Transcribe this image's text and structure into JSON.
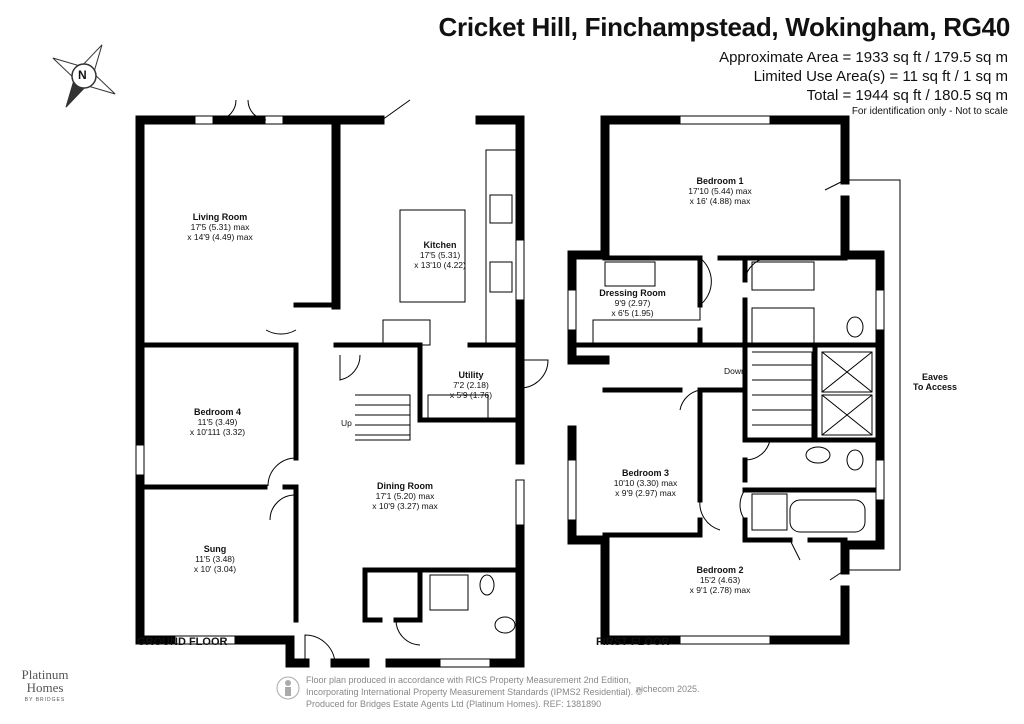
{
  "header": {
    "title": "Cricket Hill, Finchampstead, Wokingham, RG40",
    "area_approx": "Approximate Area = 1933 sq ft / 179.5 sq m",
    "area_limited": "Limited Use Area(s) = 11 sq ft / 1 sq m",
    "area_total": "Total = 1944 sq ft / 180.5 sq m",
    "note": "For identification only - Not to scale"
  },
  "compass": {
    "letter": "N"
  },
  "ground_floor": {
    "label": "GROUND FLOOR",
    "living": {
      "name": "Living Room",
      "dim1": "17'5 (5.31) max",
      "dim2": "x 14'9 (4.49) max"
    },
    "kitchen": {
      "name": "Kitchen",
      "dim1": "17'5 (5.31)",
      "dim2": "x 13'10 (4.22)"
    },
    "utility": {
      "name": "Utility",
      "dim1": "7'2 (2.18)",
      "dim2": "x 5'9 (1.76)"
    },
    "bedroom4": {
      "name": "Bedroom 4",
      "dim1": "11'5 (3.49)",
      "dim2": "x 10'111 (3.32)"
    },
    "dining": {
      "name": "Dining Room",
      "dim1": "17'1 (5.20) max",
      "dim2": "x 10'9 (3.27) max"
    },
    "sung": {
      "name": "Sung",
      "dim1": "11'5 (3.48)",
      "dim2": "x 10' (3.04)"
    },
    "up": "Up"
  },
  "first_floor": {
    "label": "FIRST FLOOR",
    "bedroom1": {
      "name": "Bedroom 1",
      "dim1": "17'10 (5.44) max",
      "dim2": "x 16' (4.88) max"
    },
    "dressing": {
      "name": "Dressing Room",
      "dim1": "9'9 (2.97)",
      "dim2": "x 6'5 (1.95)"
    },
    "bedroom3": {
      "name": "Bedroom 3",
      "dim1": "10'10 (3.30) max",
      "dim2": "x 9'9 (2.97) max"
    },
    "bedroom2": {
      "name": "Bedroom 2",
      "dim1": "15'2 (4.63)",
      "dim2": "x 9'1 (2.78) max"
    },
    "down": "Down",
    "eaves1": "Eaves",
    "eaves2": "To Access"
  },
  "footer": {
    "line1": "Floor plan produced in accordance with RICS Property Measurement 2nd Edition,",
    "line2": "Incorporating International Property Measurement Standards (IPMS2 Residential). ©",
    "line3": "Produced for Bridges Estate Agents Ltd (Platinum Homes).   REF: 1381890",
    "nichecom": "nichecom 2025.",
    "brand1": "Platinum",
    "brand2": "Homes",
    "brand_sub": "BY BRIDGES"
  }
}
